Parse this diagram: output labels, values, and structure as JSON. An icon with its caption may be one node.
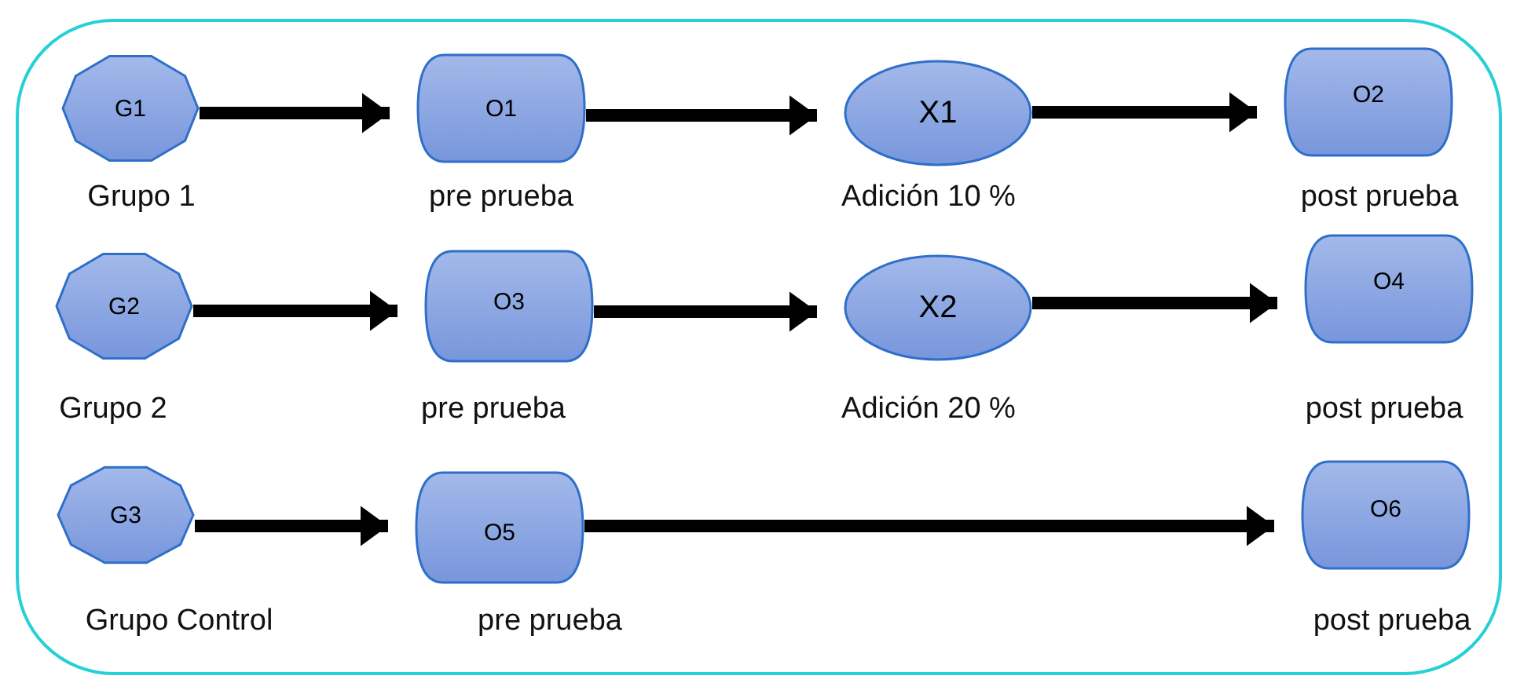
{
  "diagram": {
    "nodes": [
      {
        "text": [
          "G1"
        ],
        "beside": [
          "Grupo 1"
        ]
      },
      {
        "text": [
          "O1"
        ],
        "beside": [
          "pre prueba"
        ]
      },
      {
        "text": [
          "X1"
        ],
        "beside": [
          "Adición 10 %"
        ]
      },
      {
        "text": [
          "O2"
        ],
        "beside": [
          "post prueba"
        ]
      },
      {
        "text": [
          "G2"
        ],
        "beside": [
          "Grupo 2"
        ]
      },
      {
        "text": [
          "O3"
        ],
        "beside": [
          "pre prueba"
        ]
      },
      {
        "text": [
          "X2"
        ],
        "beside": [
          "Adición 20 %"
        ]
      },
      {
        "text": [
          "O4"
        ],
        "beside": [
          "post prueba"
        ]
      },
      {
        "text": [
          "G3"
        ],
        "beside": [
          "Grupo Control"
        ]
      },
      {
        "text": [
          "O5"
        ],
        "beside": [
          "pre prueba"
        ]
      },
      {
        "text": [
          "O6"
        ],
        "beside": [
          "post prueba"
        ]
      }
    ],
    "edges": [
      {
        "from": 0,
        "to": 1,
        "arrow": "to"
      },
      {
        "from": 1,
        "to": 2,
        "arrow": "to"
      },
      {
        "from": 2,
        "to": 3,
        "arrow": "to"
      },
      {
        "from": 4,
        "to": 5,
        "arrow": "to"
      },
      {
        "from": 5,
        "to": 6,
        "arrow": "to"
      },
      {
        "from": 6,
        "to": 7,
        "arrow": "to"
      },
      {
        "from": 8,
        "to": 9,
        "arrow": "to"
      },
      {
        "from": 9,
        "to": 10,
        "arrow": "to"
      }
    ]
  }
}
